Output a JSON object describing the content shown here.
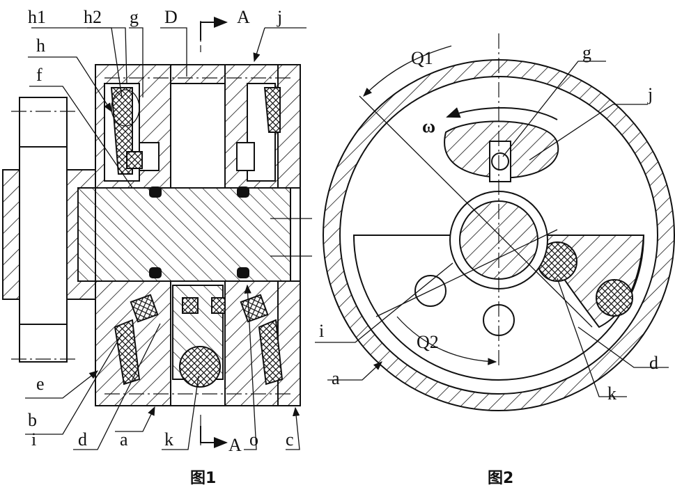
{
  "figure1": {
    "caption": "图1",
    "labels": {
      "h1": "h1",
      "h2": "h2",
      "g": "g",
      "D": "D",
      "A_top": "A",
      "j": "j",
      "h": "h",
      "f": "f",
      "e": "e",
      "b": "b",
      "i": "i",
      "d": "d",
      "a": "a",
      "k": "k",
      "A_bottom": "A",
      "o": "o",
      "c": "c"
    }
  },
  "figure2": {
    "caption": "图2",
    "labels": {
      "Q1": "Q1",
      "g": "g",
      "j": "j",
      "omega": "ω",
      "i": "i",
      "Q2": "Q2",
      "a": "a",
      "d": "d",
      "k": "k"
    }
  }
}
